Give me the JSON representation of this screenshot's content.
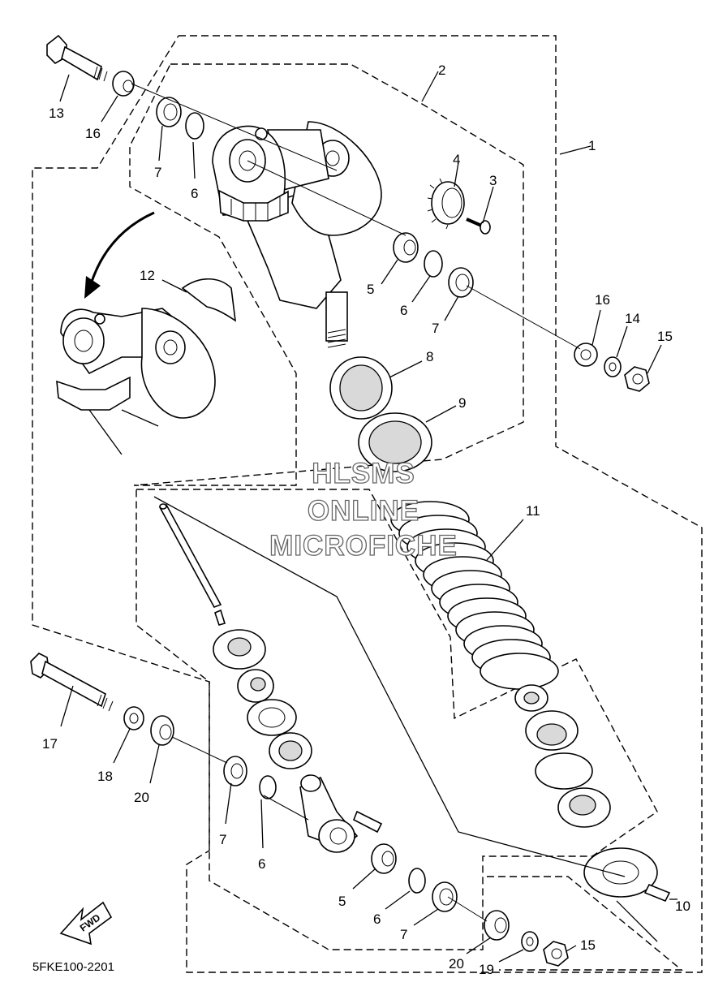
{
  "diagram": {
    "code": "5FKE100-2201",
    "watermark": [
      "HLSMS",
      "ONLINE",
      "MICROFICHE"
    ],
    "fwd_label": "FWD",
    "callouts": {
      "c1": "1",
      "c2": "2",
      "c3": "3",
      "c4": "4",
      "c5a": "5",
      "c6a": "6",
      "c7a": "7",
      "c8": "8",
      "c9": "9",
      "c10": "10",
      "c11": "11",
      "c12": "12",
      "c13": "13",
      "c14": "14",
      "c15a": "15",
      "c16a": "16",
      "c16b": "16",
      "c6b": "6",
      "c7b": "7",
      "c17": "17",
      "c18": "18",
      "c20a": "20",
      "c7c": "7",
      "c6c": "6",
      "c5b": "5",
      "c6d": "6",
      "c7d": "7",
      "c20b": "20",
      "c19": "19",
      "c15b": "15"
    }
  }
}
